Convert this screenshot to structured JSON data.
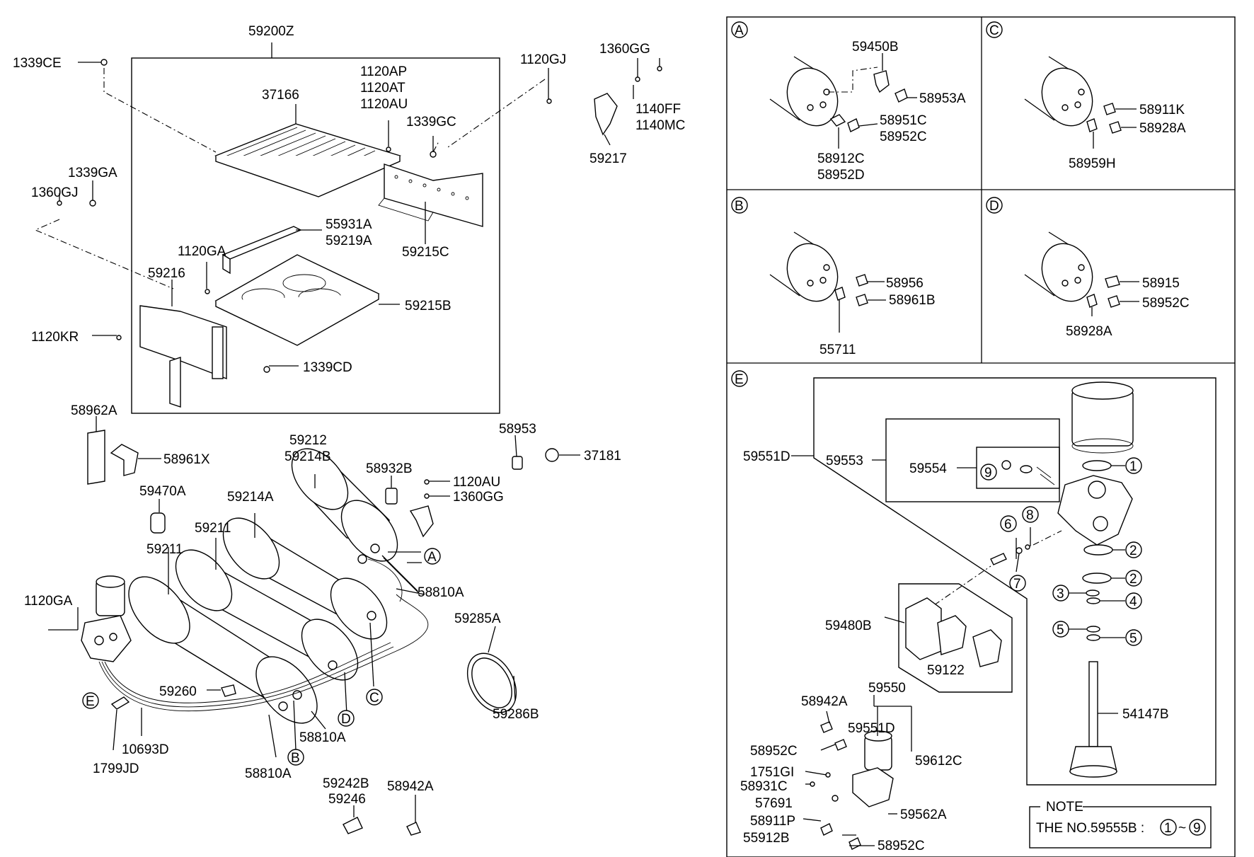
{
  "main_labels": {
    "l59200Z": "59200Z",
    "l1339CE": "1339CE",
    "l37166": "37166",
    "l1120AP": "1120AP",
    "l1120AT": "1120AT",
    "l1120AU": "1120AU",
    "l1120GJ": "1120GJ",
    "l1360GG": "1360GG",
    "l1339GC": "1339GC",
    "l1140FF": "1140FF",
    "l1140MC": "1140MC",
    "l59217": "59217",
    "l1339GA": "1339GA",
    "l1360GJ": "1360GJ",
    "l55931A": "55931A",
    "l59219A": "59219A",
    "l59215C": "59215C",
    "l1120GA_top": "1120GA",
    "l59216": "59216",
    "l59215B": "59215B",
    "l1120KR": "1120KR",
    "l1339CD": "1339CD",
    "l58962A": "58962A",
    "l58961X": "58961X",
    "l58953": "58953",
    "l37181": "37181",
    "l59212": "59212",
    "l59214B": "59214B",
    "l58932B": "58932B",
    "l1120AU_b": "1120AU",
    "l1360GG_b": "1360GG",
    "l59470A": "59470A",
    "l59214A": "59214A",
    "l59211_a": "59211",
    "l59211_b": "59211",
    "l58810A_a": "58810A",
    "l1120GA_b": "1120GA",
    "l59285A": "59285A",
    "l59260": "59260",
    "l59286B": "59286B",
    "l10693D": "10693D",
    "l1799JD": "1799JD",
    "l58810A_b": "58810A",
    "l58810A_c": "58810A",
    "l59242B": "59242B",
    "l59246": "59246",
    "l58942A": "58942A",
    "circ_A": "A",
    "circ_B": "B",
    "circ_C": "C",
    "circ_D": "D",
    "circ_E": "E"
  },
  "detail_A": {
    "tag": "A",
    "l59450B": "59450B",
    "l58953A": "58953A",
    "l58951C": "58951C",
    "l58952C": "58952C",
    "l58912C": "58912C",
    "l58952D": "58952D"
  },
  "detail_B": {
    "tag": "B",
    "l58956": "58956",
    "l58961B": "58961B",
    "l55711": "55711"
  },
  "detail_C": {
    "tag": "C",
    "l58911K": "58911K",
    "l58928A": "58928A",
    "l58959H": "58959H"
  },
  "detail_D": {
    "tag": "D",
    "l58915": "58915",
    "l58952C": "58952C",
    "l58928A": "58928A"
  },
  "detail_E": {
    "tag": "E",
    "l59551D": "59551D",
    "l59553": "59553",
    "l59554": "59554",
    "l59480B": "59480B",
    "l59122": "59122",
    "l54147B": "54147B",
    "l58942A": "58942A",
    "l59550": "59550",
    "l59551D_b": "59551D",
    "l58952C_a": "58952C",
    "l59612C": "59612C",
    "l1751GI": "1751GI",
    "l58931C": "58931C",
    "l57691": "57691",
    "l58911P": "58911P",
    "l59562A": "59562A",
    "l55912B": "55912B",
    "l58952C_b": "58952C",
    "n1": "1",
    "n2a": "2",
    "n2b": "2",
    "n3": "3",
    "n4": "4",
    "n5a": "5",
    "n5b": "5",
    "n6": "6",
    "n7": "7",
    "n8": "8",
    "n9": "9"
  },
  "note": {
    "title": "NOTE",
    "text": "THE NO.59555B :",
    "range_start": "1",
    "tilde": "~",
    "range_end": "9"
  }
}
